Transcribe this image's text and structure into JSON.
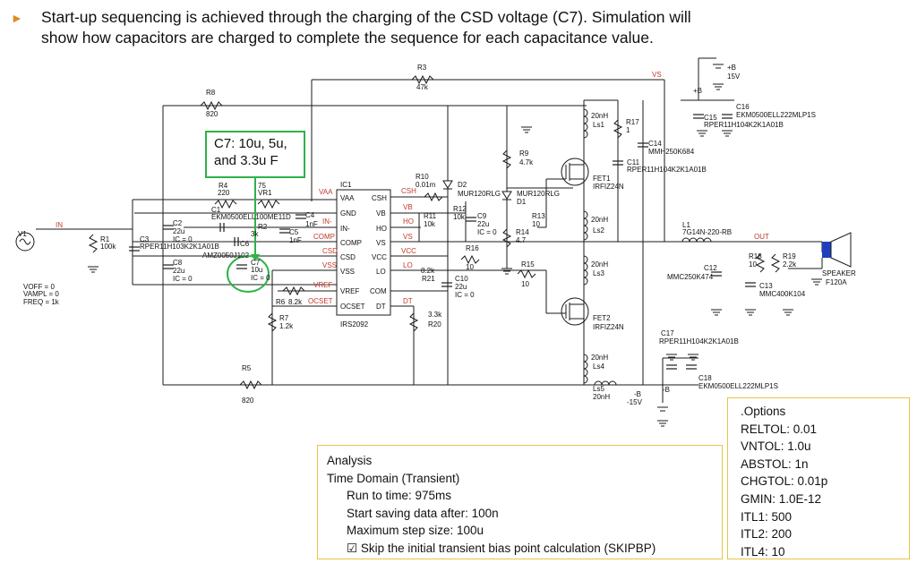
{
  "header": {
    "line1": "Start-up sequencing is achieved through the charging of the CSD voltage (C7). Simulation will",
    "line2": "show how capacitors are charged to complete the sequence for each capacitance value."
  },
  "callout": {
    "line1": "C7: 10u, 5u,",
    "line2": "and 3.3u F"
  },
  "ic": {
    "name": "IC1",
    "part": "IRS2092",
    "left_pins": [
      "VAA",
      "GND",
      "IN-",
      "COMP",
      "CSD",
      "VSS",
      "VREF",
      "OCSET"
    ],
    "right_pins": [
      "CSH",
      "VB",
      "HO",
      "VS",
      "VCC",
      "LO",
      "COM",
      "DT"
    ]
  },
  "nets": {
    "vaa": "VAA",
    "in": "IN-",
    "comp": "COMP",
    "csd": "CSD",
    "vss": "VSS",
    "vref": "VREF",
    "ocset": "OCSET",
    "csh": "CSH",
    "vb": "VB",
    "ho": "HO",
    "vs_pin": "VS",
    "vcc": "VCC",
    "lo": "LO",
    "dt": "DT",
    "vs_top": "VS",
    "in_left": "IN",
    "out": "OUT",
    "plus_b": "+B",
    "minus_b": "-B"
  },
  "components": {
    "r3": [
      "R3",
      "47k"
    ],
    "r8": [
      "R8",
      "820"
    ],
    "r4": [
      "R4",
      "220"
    ],
    "vr1": [
      "75",
      "VR1"
    ],
    "c1": [
      "C1",
      "EKM0500ELL100ME11D"
    ],
    "c4": [
      "C4",
      "1nF"
    ],
    "c5": [
      "C5",
      "1nF"
    ],
    "r2": [
      "R2",
      "3k"
    ],
    "c6": [
      "C6",
      "AMZ0050J102"
    ],
    "c2": [
      "C2",
      "22u",
      "IC = 0"
    ],
    "c3": [
      "C3",
      "RPER11H103K2K1A01B"
    ],
    "r1": [
      "R1",
      "100k"
    ],
    "c8": [
      "C8",
      "22u",
      "IC = 0"
    ],
    "c7": [
      "C7",
      "10u",
      "IC = 0"
    ],
    "r6": [
      "R6",
      "8.2k"
    ],
    "r7": [
      "R7",
      "1.2k"
    ],
    "r5": [
      "R5",
      "820"
    ],
    "v1": [
      "V1"
    ],
    "v1params": [
      "VOFF = 0",
      "VAMPL = 0",
      "FREQ = 1k"
    ],
    "r10": [
      "R10",
      "0.01m"
    ],
    "r11": [
      "R11",
      "10k"
    ],
    "r12": [
      "R12",
      "10k"
    ],
    "d2": [
      "D2",
      "MUR120RLG"
    ],
    "c9": [
      "C9",
      "22u",
      "IC = 0"
    ],
    "r9": [
      "R9",
      "4.7k"
    ],
    "d1": [
      "MUR120RLG",
      "D1"
    ],
    "r14": [
      "R14",
      "4.7"
    ],
    "r13": [
      "R13",
      "10"
    ],
    "r16": [
      "R16",
      "10"
    ],
    "r15": [
      "R15",
      "10"
    ],
    "r21": [
      "8.2k",
      "R21"
    ],
    "c10": [
      "C10",
      "22u",
      "IC = 0"
    ],
    "r20": [
      "3.3k",
      "R20"
    ],
    "ls1": [
      "20nH",
      "Ls1"
    ],
    "r17": [
      "R17",
      "1"
    ],
    "c11": [
      "C11",
      "RPER11H104K2K1A01B"
    ],
    "c14": [
      "C14",
      "MMH250K684"
    ],
    "fet1": [
      "FET1",
      "IRFIZ24N"
    ],
    "ls2": [
      "20nH",
      "Ls2"
    ],
    "ls3": [
      "20nH",
      "Ls3"
    ],
    "fet2": [
      "FET2",
      "IRFIZ24N"
    ],
    "ls4": [
      "20nH",
      "Ls4"
    ],
    "ls5": [
      "Ls5",
      "20nH"
    ],
    "l1": [
      "L1",
      "7G14N-220-RB"
    ],
    "c12": [
      "C12",
      "MMC250K474"
    ],
    "r18": [
      "R18",
      "10"
    ],
    "r19": [
      "R19",
      "2.2k"
    ],
    "c13": [
      "C13",
      "MMC400K104"
    ],
    "speaker": [
      "SPEAKER",
      "F120A"
    ],
    "c15": [
      "C15",
      "RPER11H104K2K1A01B"
    ],
    "c16": [
      "C16",
      "EKM0500ELL222MLP1S"
    ],
    "vplus": [
      "+B",
      "15V"
    ],
    "c17": [
      "C17",
      "RPER11H104K2K1A01B"
    ],
    "c18": [
      "C18",
      "EKM0500ELL222MLP1S"
    ],
    "vminus": [
      "-B",
      "-15V"
    ]
  },
  "analysis": {
    "title": "Analysis",
    "mode": "Time Domain (Transient)",
    "run_to": "Run to time: 975ms",
    "start_saving": "Start saving data after: 100n",
    "max_step": "Maximum step size: 100u",
    "skip": "☑ Skip the initial transient bias point calculation (SKIPBP)"
  },
  "options": {
    "title": ".Options",
    "items": [
      "RELTOL: 0.01",
      "VNTOL: 1.0u",
      "ABSTOL: 1n",
      "CHGTOL: 0.01p",
      "GMIN: 1.0E-12",
      "ITL1: 500",
      "ITL2: 200",
      "ITL4: 10"
    ]
  },
  "colors": {
    "wire": "#1a1a1a",
    "net_label": "#c0392b",
    "callout_border": "#2fb24a",
    "box_border": "#e8c547",
    "speaker": "#1f3fbf",
    "bullet": "#e08a1e"
  }
}
